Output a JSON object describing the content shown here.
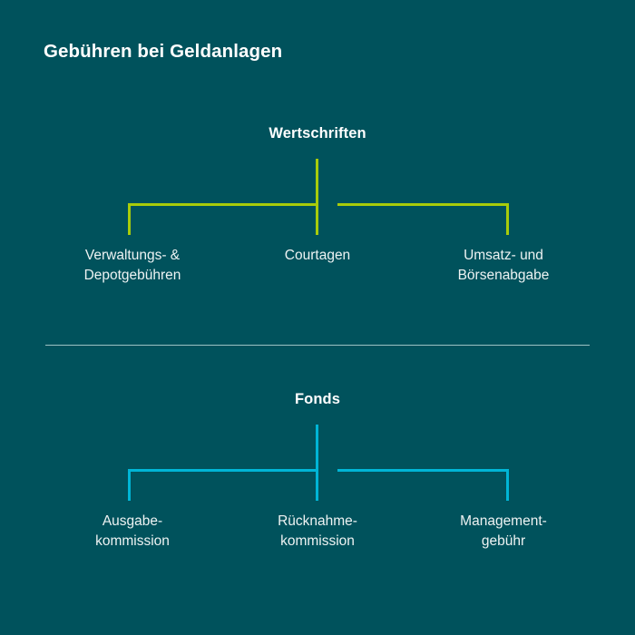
{
  "title": "Gebühren bei Geldanlagen",
  "colors": {
    "background": "#00525c",
    "title_text": "#ffffff",
    "label_text": "#eef3f3",
    "wertschriften_accent": "#a8cc0a",
    "fonds_accent": "#00b5d6",
    "divider": "#9dc2c4"
  },
  "sections": [
    {
      "id": "wertschriften",
      "heading": "Wertschriften",
      "accent": "#a8cc0a",
      "items": [
        {
          "line1": "Verwaltungs- &",
          "line2": "Depotgebühren"
        },
        {
          "line1": "Courtagen",
          "line2": ""
        },
        {
          "line1": "Umsatz- und",
          "line2": "Börsenabgabe"
        }
      ]
    },
    {
      "id": "fonds",
      "heading": "Fonds",
      "accent": "#00b5d6",
      "items": [
        {
          "line1": "Ausgabe-",
          "line2": "kommission"
        },
        {
          "line1": "Rücknahme-",
          "line2": "kommission"
        },
        {
          "line1": "Management-",
          "line2": "gebühr"
        }
      ]
    }
  ]
}
